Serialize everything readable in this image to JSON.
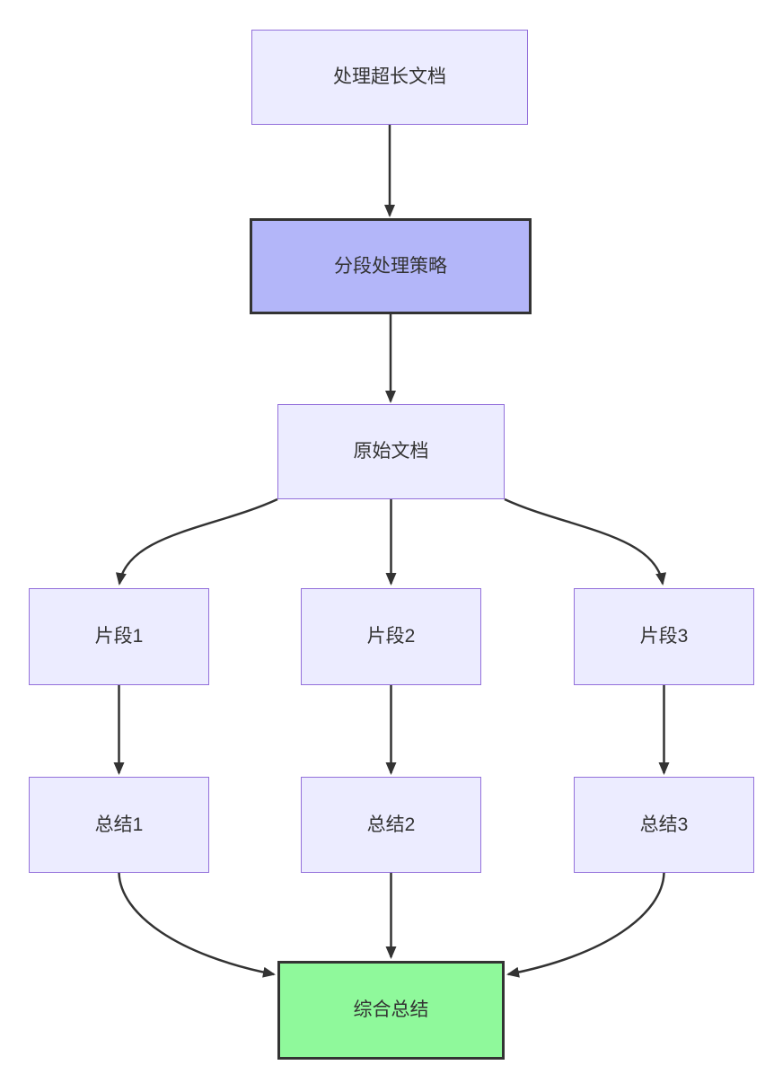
{
  "diagram": {
    "type": "flowchart",
    "direction": "top-down",
    "nodes": [
      {
        "id": "A",
        "label": "处理超长文档",
        "style": "default"
      },
      {
        "id": "B",
        "label": "分段处理策略",
        "style": "highlight-purple"
      },
      {
        "id": "C",
        "label": "原始文档",
        "style": "default"
      },
      {
        "id": "D1",
        "label": "片段1",
        "style": "default"
      },
      {
        "id": "D2",
        "label": "片段2",
        "style": "default"
      },
      {
        "id": "D3",
        "label": "片段3",
        "style": "default"
      },
      {
        "id": "E1",
        "label": "总结1",
        "style": "default"
      },
      {
        "id": "E2",
        "label": "总结2",
        "style": "default"
      },
      {
        "id": "E3",
        "label": "总结3",
        "style": "default"
      }
    ],
    "result_node": {
      "id": "F",
      "label": "综合总结",
      "style": "highlight-green"
    },
    "edges": [
      {
        "from": "A",
        "to": "B"
      },
      {
        "from": "B",
        "to": "C"
      },
      {
        "from": "C",
        "to": "D1"
      },
      {
        "from": "C",
        "to": "D2"
      },
      {
        "from": "C",
        "to": "D3"
      },
      {
        "from": "D1",
        "to": "E1"
      },
      {
        "from": "D2",
        "to": "E2"
      },
      {
        "from": "D3",
        "to": "E3"
      },
      {
        "from": "E1",
        "to": "F"
      },
      {
        "from": "E2",
        "to": "F"
      },
      {
        "from": "E3",
        "to": "F"
      }
    ],
    "colors": {
      "background": "#ffffff",
      "node_fill": "#ECECFF",
      "node_border": "#9370DB",
      "highlight_purple_fill": "#B3B6F9",
      "highlight_green_fill": "#8FF99B",
      "highlight_border": "#333333",
      "edge": "#333333",
      "text": "#333333"
    }
  }
}
